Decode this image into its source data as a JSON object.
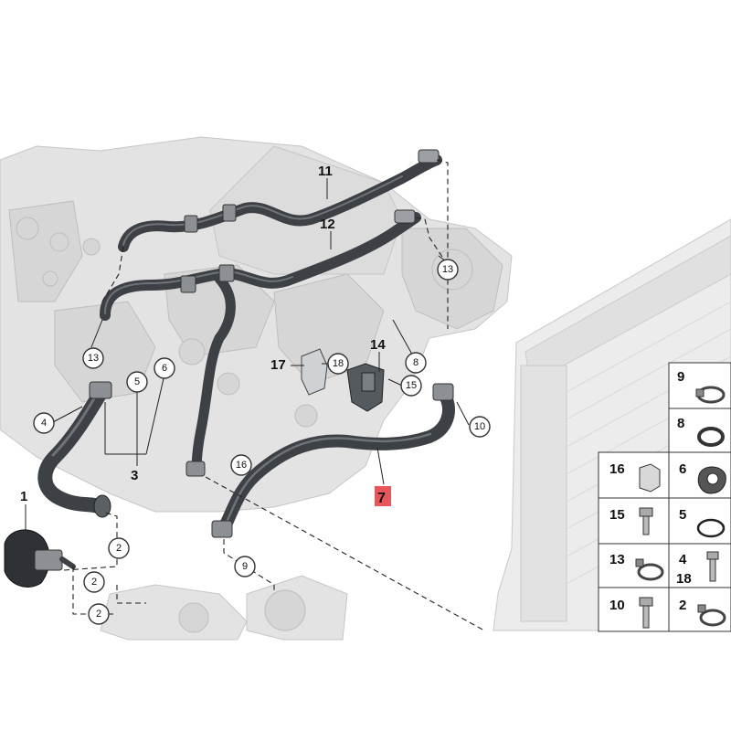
{
  "callouts": {
    "c1": "1",
    "c3": "3",
    "c7": "7",
    "c11": "11",
    "c12": "12",
    "c14": "14",
    "c17": "17"
  },
  "circles": {
    "c2a": "2",
    "c2b": "2",
    "c2c": "2",
    "c4": "4",
    "c5": "5",
    "c6": "6",
    "c8": "8",
    "c9": "9",
    "c10": "10",
    "c13a": "13",
    "c13b": "13",
    "c15": "15",
    "c16": "16",
    "c18": "18"
  },
  "parts_grid": {
    "cells": [
      {
        "label": "9",
        "icon": "hose-clamp-icon"
      },
      {
        "label": "8",
        "icon": "seal-ring-icon"
      },
      {
        "label": "16",
        "icon": "clip-icon"
      },
      {
        "label": "6",
        "icon": "gasket-icon"
      },
      {
        "label": "15",
        "icon": "bolt-icon"
      },
      {
        "label": "5",
        "icon": "sealing-ring-icon"
      },
      {
        "label": "13",
        "icon": "hose-clamp-icon"
      },
      {
        "label": "4",
        "icon": "bolt-icon"
      },
      {
        "label": "18",
        "icon": ""
      },
      {
        "label": "10",
        "icon": "bolt-icon"
      },
      {
        "label": "2",
        "icon": "hose-clamp-icon"
      }
    ]
  },
  "colors": {
    "hose": "#3d4145",
    "engine": "#e3e3e3",
    "highlight_tag": "#e8565b"
  }
}
